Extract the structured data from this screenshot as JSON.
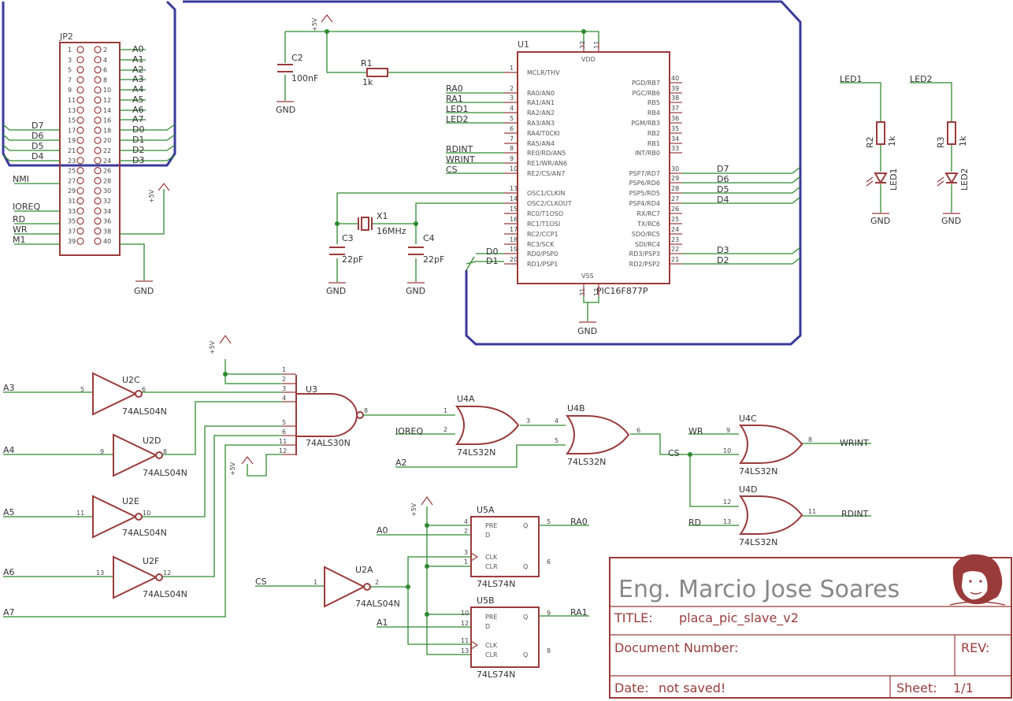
{
  "schematic": {
    "connector": {
      "name": "JP2",
      "left_pins": [
        "1",
        "3",
        "5",
        "7",
        "9",
        "11",
        "13",
        "15",
        "17",
        "19",
        "21",
        "23",
        "25",
        "27",
        "29",
        "31",
        "33",
        "35",
        "37",
        "39"
      ],
      "right_pins": [
        "2",
        "4",
        "6",
        "8",
        "10",
        "12",
        "14",
        "16",
        "18",
        "20",
        "22",
        "24",
        "26",
        "28",
        "30",
        "32",
        "34",
        "36",
        "38",
        "40"
      ],
      "right_labels": [
        "A0",
        "A1",
        "A2",
        "A3",
        "A4",
        "A5",
        "A6",
        "A7",
        "D0",
        "D1",
        "D2",
        "D3"
      ],
      "left_labels": [
        "D7",
        "D6",
        "D5",
        "D4",
        "NMI",
        "IOREQ",
        "RD",
        "WR",
        "M1"
      ]
    },
    "supply": {
      "vcc": "+5V",
      "gnd": "GND"
    },
    "pic": {
      "name": "U1",
      "part": "PIC16F877P",
      "vdd": "VDD",
      "vss": "VSS",
      "left": [
        {
          "n": "1",
          "f": "MCLR/THV"
        },
        {
          "n": "2",
          "f": "RA0/AN0"
        },
        {
          "n": "3",
          "f": "RA1/AN1"
        },
        {
          "n": "4",
          "f": "RA2/AN2"
        },
        {
          "n": "5",
          "f": "RA3/AN3"
        },
        {
          "n": "6",
          "f": "RA4/T0CKI"
        },
        {
          "n": "7",
          "f": "RA5/AN4"
        },
        {
          "n": "8",
          "f": "RE0/RD/AN5"
        },
        {
          "n": "9",
          "f": "RE1/WR/AN6"
        },
        {
          "n": "10",
          "f": "RE2/CS/AN7"
        },
        {
          "n": "13",
          "f": "OSC1/CLKIN"
        },
        {
          "n": "14",
          "f": "OSC2/CLKOUT"
        },
        {
          "n": "15",
          "f": "RC0/T1OSO"
        },
        {
          "n": "16",
          "f": "RC1/T1OSI"
        },
        {
          "n": "17",
          "f": "RC2/CCP1"
        },
        {
          "n": "18",
          "f": "RC3/SCK"
        },
        {
          "n": "19",
          "f": "RD0/PSP0"
        },
        {
          "n": "20",
          "f": "RD1/PSP1"
        }
      ],
      "right": [
        {
          "n": "40",
          "f": "PGD/RB7"
        },
        {
          "n": "39",
          "f": "PGC/RB6"
        },
        {
          "n": "38",
          "f": "RB5"
        },
        {
          "n": "37",
          "f": "RB4"
        },
        {
          "n": "36",
          "f": "PGM/RB3"
        },
        {
          "n": "35",
          "f": "RB2"
        },
        {
          "n": "34",
          "f": "RB1"
        },
        {
          "n": "33",
          "f": "INT/RB0"
        },
        {
          "n": "30",
          "f": "PSP7/RD7"
        },
        {
          "n": "29",
          "f": "PSP6/RD6"
        },
        {
          "n": "28",
          "f": "PSP5/RD5"
        },
        {
          "n": "27",
          "f": "PSP4/RD4"
        },
        {
          "n": "26",
          "f": "RX/RC7"
        },
        {
          "n": "25",
          "f": "TX/RC6"
        },
        {
          "n": "24",
          "f": "SDO/RC5"
        },
        {
          "n": "23",
          "f": "SDI/RC4"
        },
        {
          "n": "22",
          "f": "RD3/PSP3"
        },
        {
          "n": "21",
          "f": "RD2/PSP2"
        }
      ],
      "pins_top": [
        "32",
        "11"
      ],
      "pins_bottom": [
        "31",
        "12"
      ]
    },
    "pic_left_nets": [
      "RA0",
      "RA1",
      "LED1",
      "LED2",
      "RDINT",
      "WRINT",
      "CS",
      "D0",
      "D1"
    ],
    "pic_right_nets": [
      "D7",
      "D6",
      "D5",
      "D4",
      "D3",
      "D2"
    ],
    "parts": {
      "c2": {
        "name": "C2",
        "value": "100nF"
      },
      "r1": {
        "name": "R1",
        "value": "1k"
      },
      "x1": {
        "name": "X1",
        "value": "16MHz"
      },
      "c3": {
        "name": "C3",
        "value": "22pF"
      },
      "c4": {
        "name": "C4",
        "value": "22pF"
      },
      "r2": {
        "name": "R2",
        "value": "1k"
      },
      "r3": {
        "name": "R3",
        "value": "1k"
      },
      "led1": {
        "name": "LED1",
        "net": "LED1"
      },
      "led2": {
        "name": "LED2",
        "net": "LED2"
      }
    },
    "inverters": {
      "part": "74ALS04N",
      "gates": [
        {
          "name": "U2C",
          "in_pin": "5",
          "out_pin": "6",
          "net": "A3"
        },
        {
          "name": "U2D",
          "in_pin": "9",
          "out_pin": "8",
          "net": "A4"
        },
        {
          "name": "U2E",
          "in_pin": "11",
          "out_pin": "10",
          "net": "A5"
        },
        {
          "name": "U2F",
          "in_pin": "13",
          "out_pin": "12",
          "net": "A6"
        },
        {
          "name": "U2A",
          "in_pin": "1",
          "out_pin": "2",
          "net": "CS"
        }
      ]
    },
    "extra_net": "A7",
    "nand": {
      "name": "U3",
      "part": "74ALS30N",
      "pins": [
        "1",
        "2",
        "3",
        "4",
        "5",
        "6",
        "11",
        "12"
      ],
      "out_pin": "8"
    },
    "or_gates": {
      "part": "74LS32N",
      "gates": [
        {
          "name": "U4A",
          "pins": [
            "1",
            "2",
            "3"
          ]
        },
        {
          "name": "U4B",
          "pins": [
            "4",
            "5",
            "6"
          ]
        },
        {
          "name": "U4C",
          "pins": [
            "9",
            "10",
            "8"
          ]
        },
        {
          "name": "U4D",
          "pins": [
            "12",
            "13",
            "11"
          ]
        }
      ]
    },
    "or_nets": {
      "ioreq": "IOREQ",
      "a2": "A2",
      "cs": "CS",
      "wr": "WR",
      "wrint": "WRINT",
      "rd": "RD",
      "rdint": "RDINT"
    },
    "flipflops": {
      "part": "74LS74N",
      "units": [
        {
          "name": "U5A",
          "pre": "4",
          "d": "2",
          "clk": "3",
          "clr": "1",
          "q": "5",
          "qn": "6",
          "d_net": "A0",
          "q_net": "RA0"
        },
        {
          "name": "U5B",
          "pre": "10",
          "d": "12",
          "clk": "11",
          "clr": "13",
          "q": "9",
          "qn": "8",
          "d_net": "A1",
          "q_net": "RA1"
        }
      ],
      "labels": {
        "pre": "PRE",
        "d": "D",
        "clk": "CLK",
        "clr": "CLR",
        "q": "Q"
      }
    }
  },
  "title_block": {
    "author": "Eng. Marcio Jose Soares",
    "title_label": "TITLE:",
    "title_value": "placa_pic_slave_v2",
    "docnum_label": "Document Number:",
    "rev_label": "REV:",
    "date_label": "Date:",
    "date_value": "not saved!",
    "sheet_label": "Sheet:",
    "sheet_value": "1/1"
  },
  "colors": {
    "wire": "#2f8a2f",
    "bus": "#3a3a9c",
    "symbol": "#9a3b3b",
    "text": "#444444"
  }
}
